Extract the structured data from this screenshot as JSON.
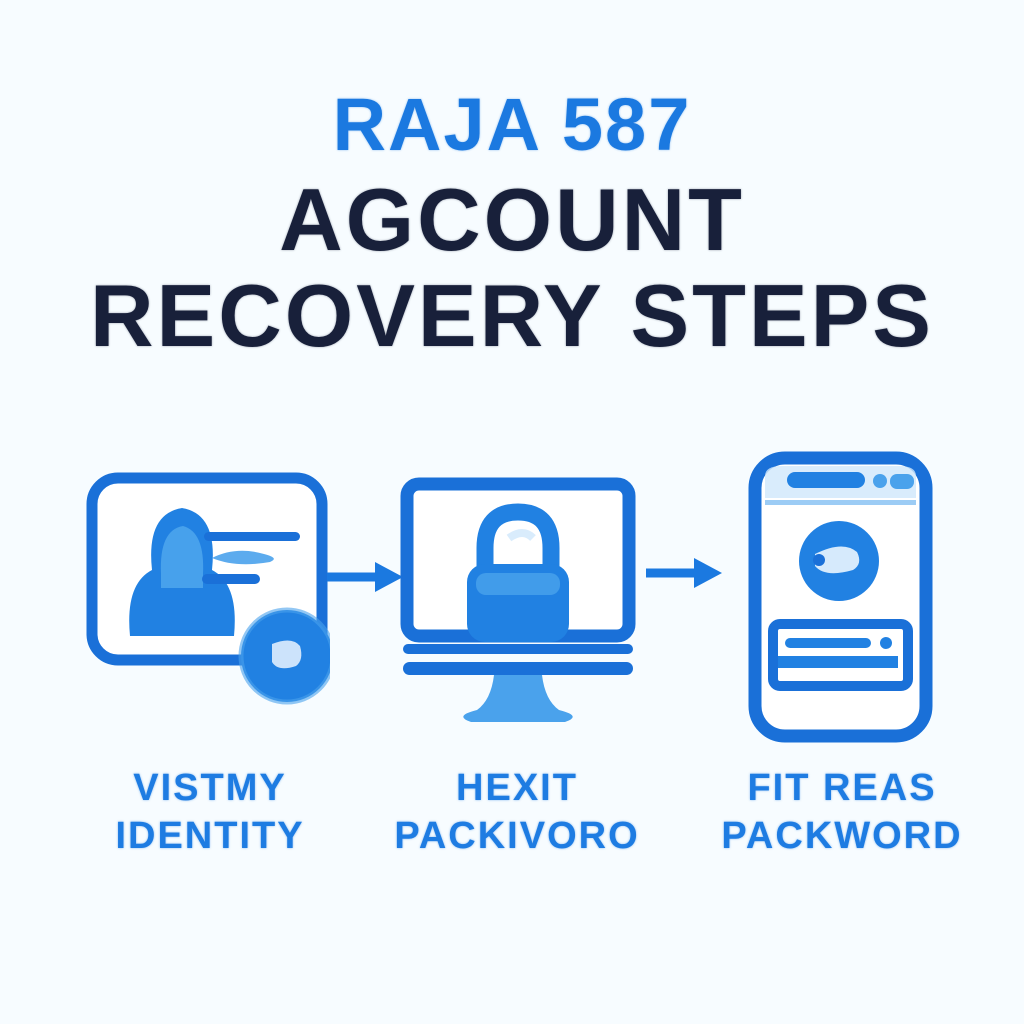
{
  "header": {
    "brand": "RAJA 587",
    "title_line1": "AGCOUNT",
    "title_line2": "RECOVERY STEPS"
  },
  "steps": [
    {
      "id": "verify-identity",
      "icon": "id-card-icon",
      "caption_line1": "VISTMY",
      "caption_line2": "IDENTITY"
    },
    {
      "id": "reset-password",
      "icon": "monitor-lock-icon",
      "caption_line1": "HEXIT",
      "caption_line2": "PACKIVORO"
    },
    {
      "id": "new-password",
      "icon": "phone-password-icon",
      "caption_line1": "FIT REAS",
      "caption_line2": "PACKWORD"
    }
  ],
  "connectors": [
    {
      "icon": "arrow-right-icon"
    },
    {
      "icon": "arrow-right-icon"
    }
  ],
  "colors": {
    "bg": "#f7fcff",
    "brand": "#1b79e0",
    "navy": "#18203a",
    "caption": "#1e7ce2",
    "stroke": "#1a70d8",
    "fill": "#2181e2",
    "light": "#4aa2ec",
    "pale": "#cfe7fb",
    "white": "#ffffff"
  }
}
